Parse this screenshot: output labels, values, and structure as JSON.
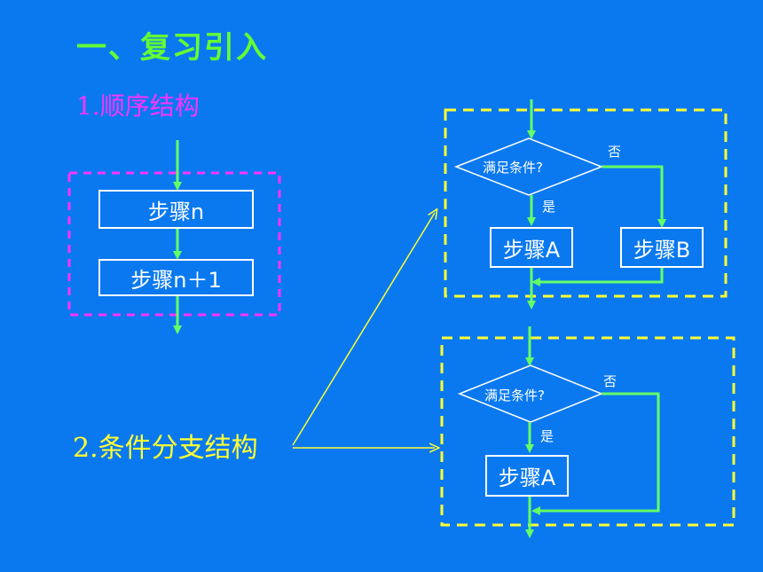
{
  "title": "一、复习引入",
  "sequence": {
    "label": "1.顺序结构",
    "step1": "步骤n",
    "step2": "步骤n＋1"
  },
  "conditional": {
    "label": "2.条件分支结构",
    "top": {
      "condition": "满足条件?",
      "yes": "是",
      "no": "否",
      "step_a": "步骤A",
      "step_b": "步骤B"
    },
    "bottom": {
      "condition": "满足条件?",
      "yes": "是",
      "no": "否",
      "step_a": "步骤A"
    }
  },
  "colors": {
    "background": "#0a79f0",
    "flow_line": "#66ff66",
    "pointer_line": "#ffff33",
    "seq_frame": "#ff33ff",
    "cond_frame": "#ffff33"
  }
}
